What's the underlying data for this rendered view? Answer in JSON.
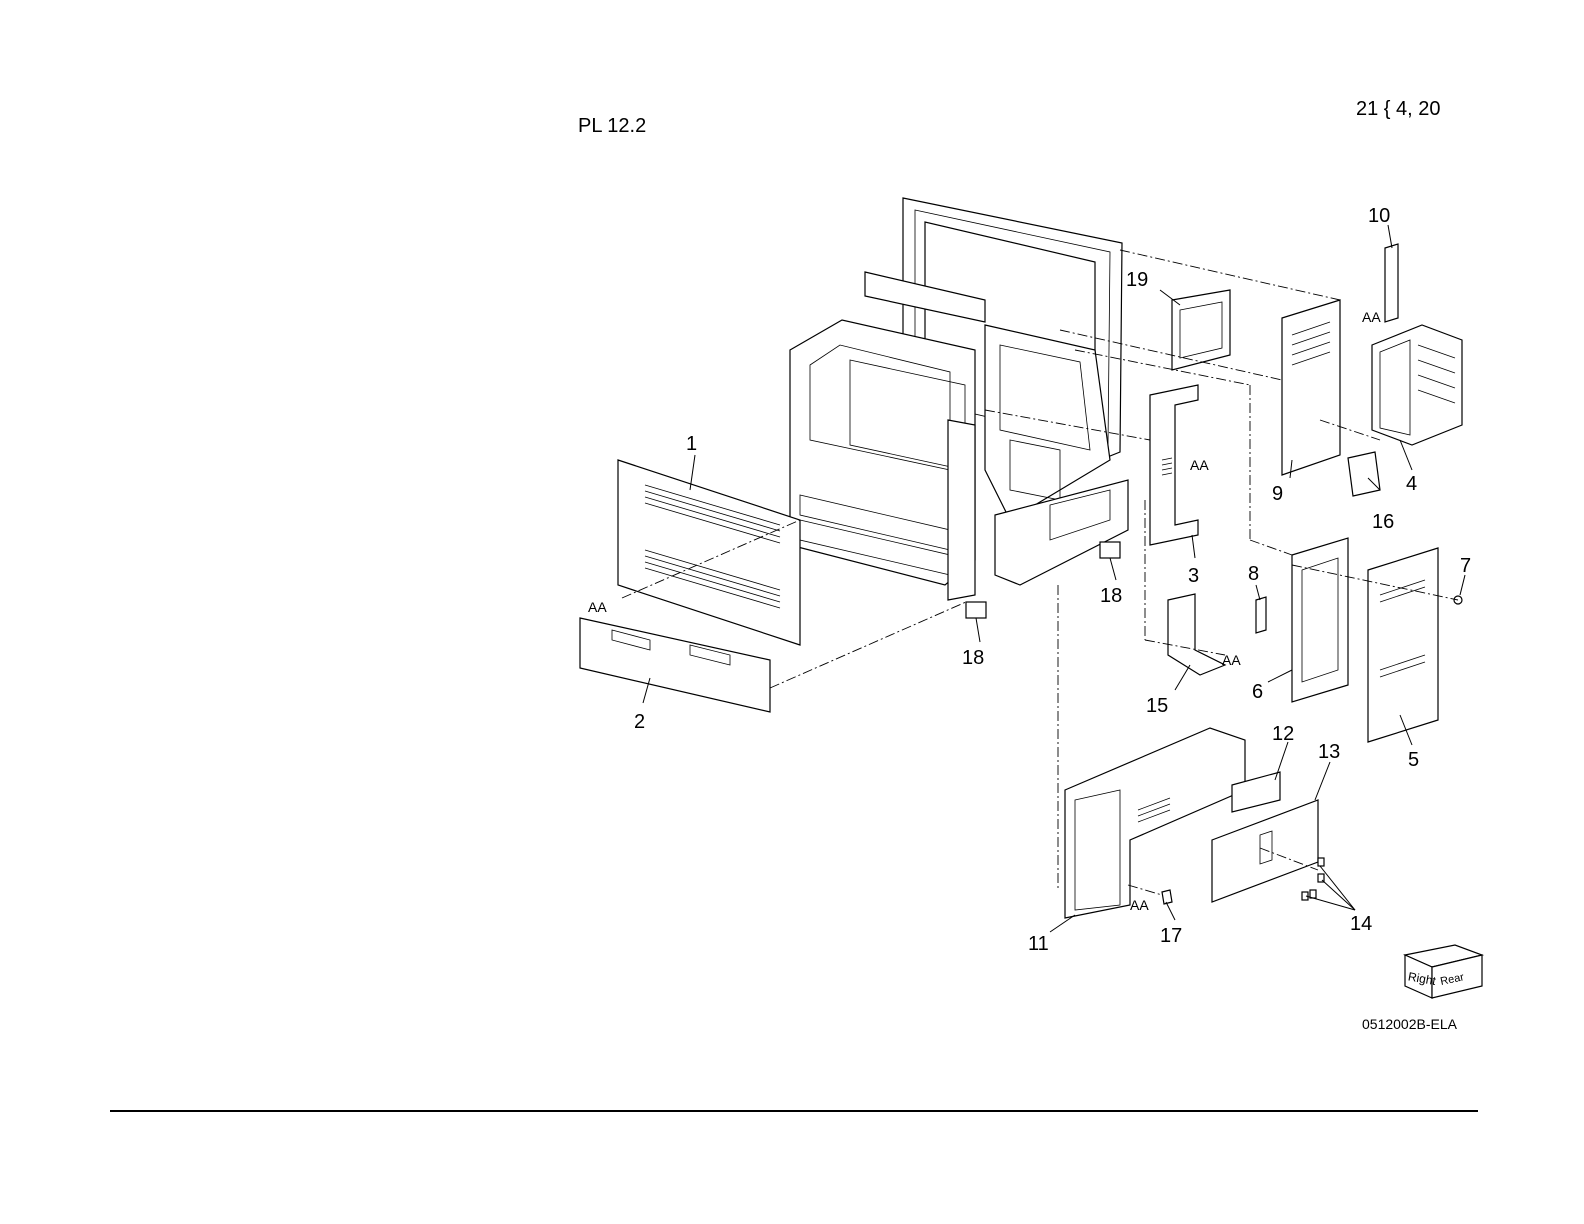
{
  "header": {
    "plate": "PL 12.2",
    "ref": "21 { 4, 20"
  },
  "figure_code": "0512002B-ELA",
  "orientation_cube": {
    "face_1": "Right",
    "face_2": "Rear"
  },
  "aa_marker": "AA",
  "callouts": [
    "1",
    "2",
    "3",
    "4",
    "5",
    "6",
    "7",
    "8",
    "9",
    "10",
    "11",
    "12",
    "13",
    "14",
    "15",
    "16",
    "17",
    "18",
    "19"
  ]
}
